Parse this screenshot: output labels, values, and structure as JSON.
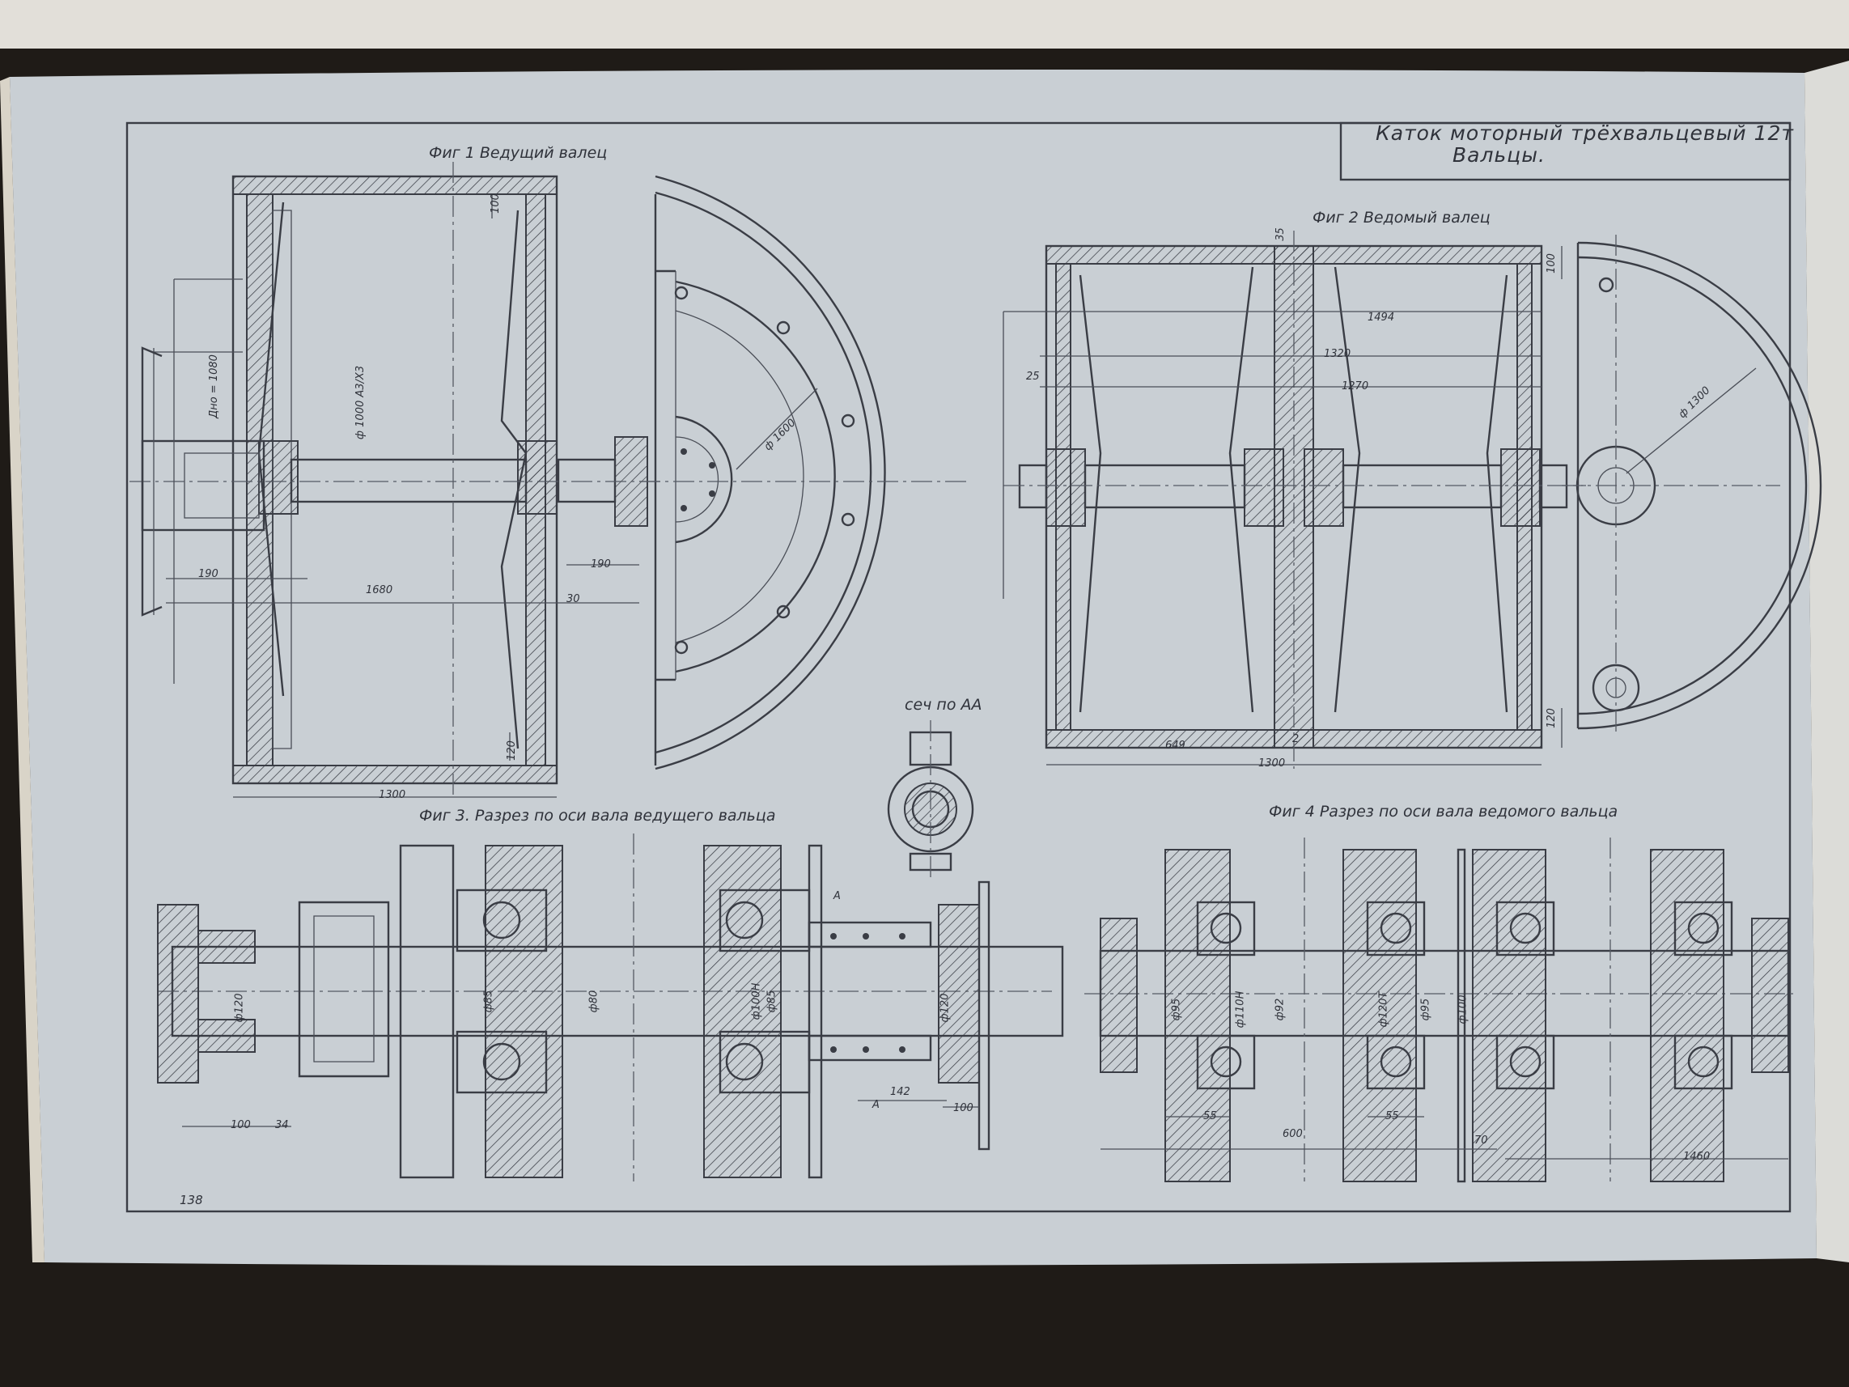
{
  "title_block": {
    "line1": "Каток моторный трёхвальцевый 12т",
    "line2": "Вальцы."
  },
  "figures": {
    "fig1": "Фиг 1 Ведущий валец",
    "fig2": "Фиг 2 Ведомый валец",
    "fig3": "Фиг 3. Разрез по оси вала ведущего вальца",
    "fig4": "Фиг 4 Разрез по оси вала ведомого вальца",
    "section": "сеч по АА"
  },
  "fig1_dims": {
    "d1080": "Дно = 1080",
    "d1000": "ф 1000 А3/Х3",
    "d1600": "ф 1600",
    "w190a": "190",
    "w1680": "1680",
    "w190b": "190",
    "w30": "30",
    "w1300": "1300",
    "w100": "100",
    "w120": "120"
  },
  "fig2_dims": {
    "w35": "35",
    "w1494": "1494",
    "w1320": "1320",
    "w1270": "1270",
    "w25": "25",
    "w649": "649",
    "w1300": "1300",
    "w2": "2",
    "h100": "100",
    "h120": "120",
    "d1300": "ф 1300"
  },
  "fig3_dims": {
    "w100a": "100",
    "w34": "34",
    "w142": "142",
    "w100b": "100",
    "mA1": "А",
    "mA2": "А",
    "d120": "ф120",
    "d85a": "ф85",
    "d100": "ф100Н",
    "d85b": "ф85",
    "d80": "ф80",
    "d120b": "ф120"
  },
  "fig4_dims": {
    "w55a": "55",
    "w55b": "55",
    "w600": "600",
    "w70": "70",
    "w1460": "1460",
    "d95a": "ф95",
    "d110": "ф110Н",
    "d92": "ф92",
    "d120": "ф120Т",
    "d95b": "ф95",
    "d100": "ф100"
  },
  "page_number": "138",
  "colors": {
    "paper": "#c9cfd4",
    "ink": "#3a3d45",
    "background": "#1f1b17"
  }
}
